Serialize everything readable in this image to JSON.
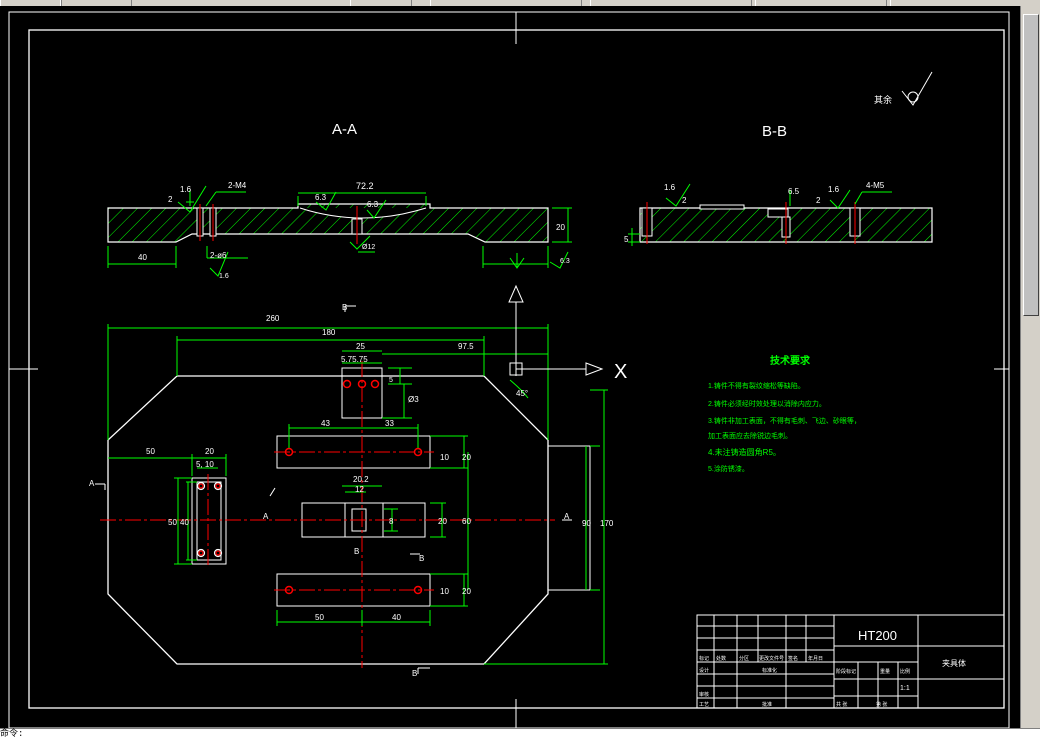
{
  "drawing": {
    "section_aa_label": "A-A",
    "section_bb_label": "B-B",
    "roughness_note": "其余",
    "material": "HT200",
    "part_name": "夹具体",
    "scale": "1:1",
    "cursor_x_label": "X"
  },
  "tech_requirements": {
    "title": "技术要求",
    "items": [
      "1.铸件不得有裂纹缩松等缺陷。",
      "2.铸件必须经时效处理以消除内应力。",
      "3.铸件非加工表面，不得有毛刺、飞边、砂眼等，",
      "   加工表面应去除锐边毛刺。",
      "4.未注铸造圆角R5。",
      "5.涂防锈漆。"
    ]
  },
  "dims": {
    "d260": "260",
    "d180": "180",
    "d25": "25",
    "d97_5": "97.5",
    "d5_75": "5.75.75",
    "d5": "5",
    "d45deg": "45°",
    "d43": "43",
    "d33": "33",
    "d50a": "50",
    "d20a": "20",
    "d5_10": "5, 10",
    "d20b": "20",
    "d20_2": "20.2",
    "d12": "12",
    "d8": "8",
    "d20c": "20",
    "d60": "60",
    "d90": "90",
    "d170": "170",
    "d50b": "50",
    "d40a": "40",
    "d10a": "10",
    "d10b": "10",
    "d20d": "20",
    "d50v": "50",
    "d40v": "40",
    "d50bot": "50",
    "d40bot": "40",
    "d65": "Ø3",
    "aa_722": "72.2",
    "aa_63a": "6.3",
    "aa_63b": "6.3",
    "aa_16": "1.6",
    "aa_2": "2",
    "aa_2m4": "2-M4",
    "aa_20": "20",
    "aa_40": "40",
    "aa_2m6": "2-ø6",
    "aa_12": "Ø12",
    "aa_16b": "1.6",
    "aa_63c": "6.3",
    "bb_16a": "1.6",
    "bb_2a": "2",
    "bb_65": "6.5",
    "bb_16b": "1.6",
    "bb_2b": "2",
    "bb_4m5": "4-M5",
    "bb_5": "5",
    "lbl_a1": "A",
    "lbl_a2": "A",
    "lbl_a3": "A",
    "lbl_b1": "B",
    "lbl_b2": "B",
    "lbl_b3": "B",
    "lbl_b4": "B"
  },
  "title_block": {
    "r1c1": "标记",
    "r1c2": "处数",
    "r1c3": "分区",
    "r1c4": "更改文件号",
    "r1c5": "签名",
    "r1c6": "年月日",
    "r2c1": "设计",
    "r2c4": "标准化",
    "r3c1": "审核",
    "r4c1": "工艺",
    "r4c4": "批准",
    "stage": "阶段标记",
    "weight": "重量",
    "scale_lbl": "比例",
    "sheets": "共 张",
    "sheet": "第 张"
  },
  "command": {
    "text": "命令:"
  }
}
